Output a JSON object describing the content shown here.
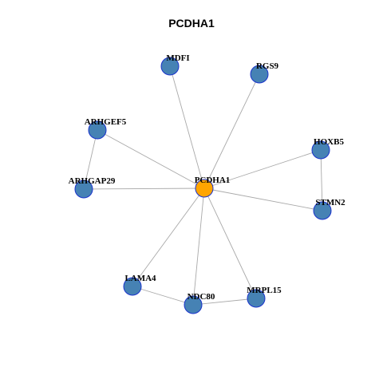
{
  "graph": {
    "title": "PCDHA1",
    "colors": {
      "center_fill": "#FFA500",
      "neighbor_fill": "#4682B4",
      "node_stroke": "#1A33CC",
      "edge": "#A9A9A9"
    },
    "nodes": [
      {
        "id": "PCDHA1",
        "label": "PCDHA1",
        "role": "center"
      },
      {
        "id": "MDFI",
        "label": "MDFI",
        "role": "neighbor"
      },
      {
        "id": "RGS9",
        "label": "RGS9",
        "role": "neighbor"
      },
      {
        "id": "ARHGEF5",
        "label": "ARHGEF5",
        "role": "neighbor"
      },
      {
        "id": "HOXB5",
        "label": "HOXB5",
        "role": "neighbor"
      },
      {
        "id": "ARHGAP29",
        "label": "ARHGAP29",
        "role": "neighbor"
      },
      {
        "id": "STMN2",
        "label": "STMN2",
        "role": "neighbor"
      },
      {
        "id": "LAMA4",
        "label": "LAMA4",
        "role": "neighbor"
      },
      {
        "id": "NDC80",
        "label": "NDC80",
        "role": "neighbor"
      },
      {
        "id": "MRPL15",
        "label": "MRPL15",
        "role": "neighbor"
      }
    ],
    "edges": [
      [
        "PCDHA1",
        "MDFI"
      ],
      [
        "PCDHA1",
        "RGS9"
      ],
      [
        "PCDHA1",
        "ARHGEF5"
      ],
      [
        "PCDHA1",
        "HOXB5"
      ],
      [
        "PCDHA1",
        "ARHGAP29"
      ],
      [
        "PCDHA1",
        "STMN2"
      ],
      [
        "PCDHA1",
        "LAMA4"
      ],
      [
        "PCDHA1",
        "NDC80"
      ],
      [
        "PCDHA1",
        "MRPL15"
      ],
      [
        "ARHGEF5",
        "ARHGAP29"
      ],
      [
        "HOXB5",
        "STMN2"
      ],
      [
        "LAMA4",
        "NDC80"
      ],
      [
        "NDC80",
        "MRPL15"
      ]
    ]
  }
}
